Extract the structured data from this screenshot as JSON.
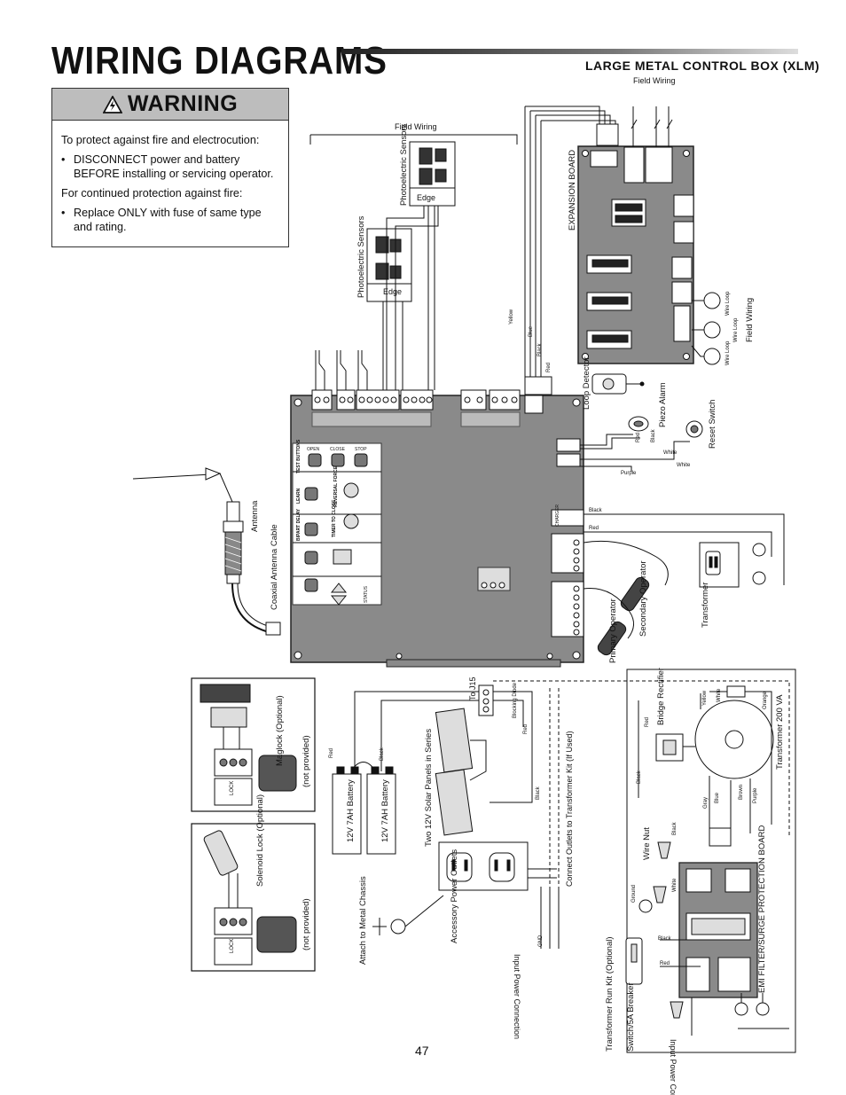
{
  "page": {
    "title": "WIRING DIAGRAMS",
    "section_title": "LARGE METAL CONTROL BOX (XLM)",
    "page_number": "47"
  },
  "warning": {
    "heading": "WARNING",
    "intro": "To protect against fire and electrocution:",
    "bullet1": "DISCONNECT power and battery BEFORE installing or servicing operator.",
    "continued": "For continued protection against fire:",
    "bullet2": "Replace ONLY with fuse of same type and rating."
  },
  "labels": {
    "field_wiring_top": "Field Wiring",
    "field_wiring_mid": "Field Wiring",
    "field_wiring_right": "Field Wiring",
    "photo_sensors_a": "Photoelectric Sensors",
    "photo_sensors_b": "Photoelectric Sensors",
    "edge_a": "Edge",
    "edge_b": "Edge",
    "expansion_board": "EXPANSION BOARD",
    "loop_detector": "Loop Detector",
    "piezo_alarm": "Piezo Alarm",
    "reset_switch": "Reset Switch",
    "wire_loop_1": "Wire Loop",
    "wire_loop_2": "Wire Loop",
    "wire_loop_3": "Wire Loop",
    "antenna": "Antenna",
    "coaxial_cable": "Coaxial Antenna Cable",
    "secondary_operator": "Secondary Operator",
    "primary_operator": "Primary Operator",
    "transformer": "Transformer",
    "maglock": "Maglock (Optional)",
    "not_provided_1": "(not provided)",
    "solenoid_lock": "Solenoid Lock (Optional)",
    "not_provided_2": "(not provided)",
    "to_j15": "To J15",
    "battery_1": "12V 7AH Battery",
    "battery_2": "12V 7AH Battery",
    "solar_panels": "Two 12V Solar Panels in Series",
    "blocking_diode": "Blocking Diode",
    "connect_outlets": "Connect Outlets to Transformer Kit (If Used)",
    "accessory_outlets": "Accessory Power Outlets",
    "attach_chassis": "Attach to Metal Chassis",
    "input_power_1": "Input Power Connection",
    "input_power_2": "Input Power Connection",
    "bridge_rectifier": "Bridge Rectifier",
    "transformer_200": "Transformer 200 VA",
    "wire_nut": "Wire Nut",
    "emi_board": "EMI FILTER/SURGE PROTECTION BOARD",
    "transformer_run_kit": "Transformer Run Kit (Optional)",
    "switch_breaker": "Switch/5A Breaker",
    "lock": "LOCK",
    "gnd": "GND",
    "ground": "Ground"
  },
  "wire_colors": {
    "yellow": "Yellow",
    "blue": "Blue",
    "black": "Black",
    "red": "Red",
    "white": "White",
    "purple": "Purple",
    "orange": "Orange",
    "gray": "Gray",
    "brown": "Brown"
  },
  "board_labels": {
    "open": "OPEN",
    "close": "CLOSE",
    "stop": "STOP",
    "test_buttons": "TEST BUTTONS",
    "learn": "LEARN",
    "reversal_force": "REVERSAL FORCE",
    "bipart_delay": "BIPART DELAY",
    "timer_to_close": "TIMER TO CLOSE",
    "status": "STATUS",
    "charger": "CHARGER"
  },
  "colors": {
    "board": "#8a8a8a",
    "board_dark": "#5f5f5f",
    "warning_header": "#bdbdbd",
    "title_rule": "#333333"
  }
}
